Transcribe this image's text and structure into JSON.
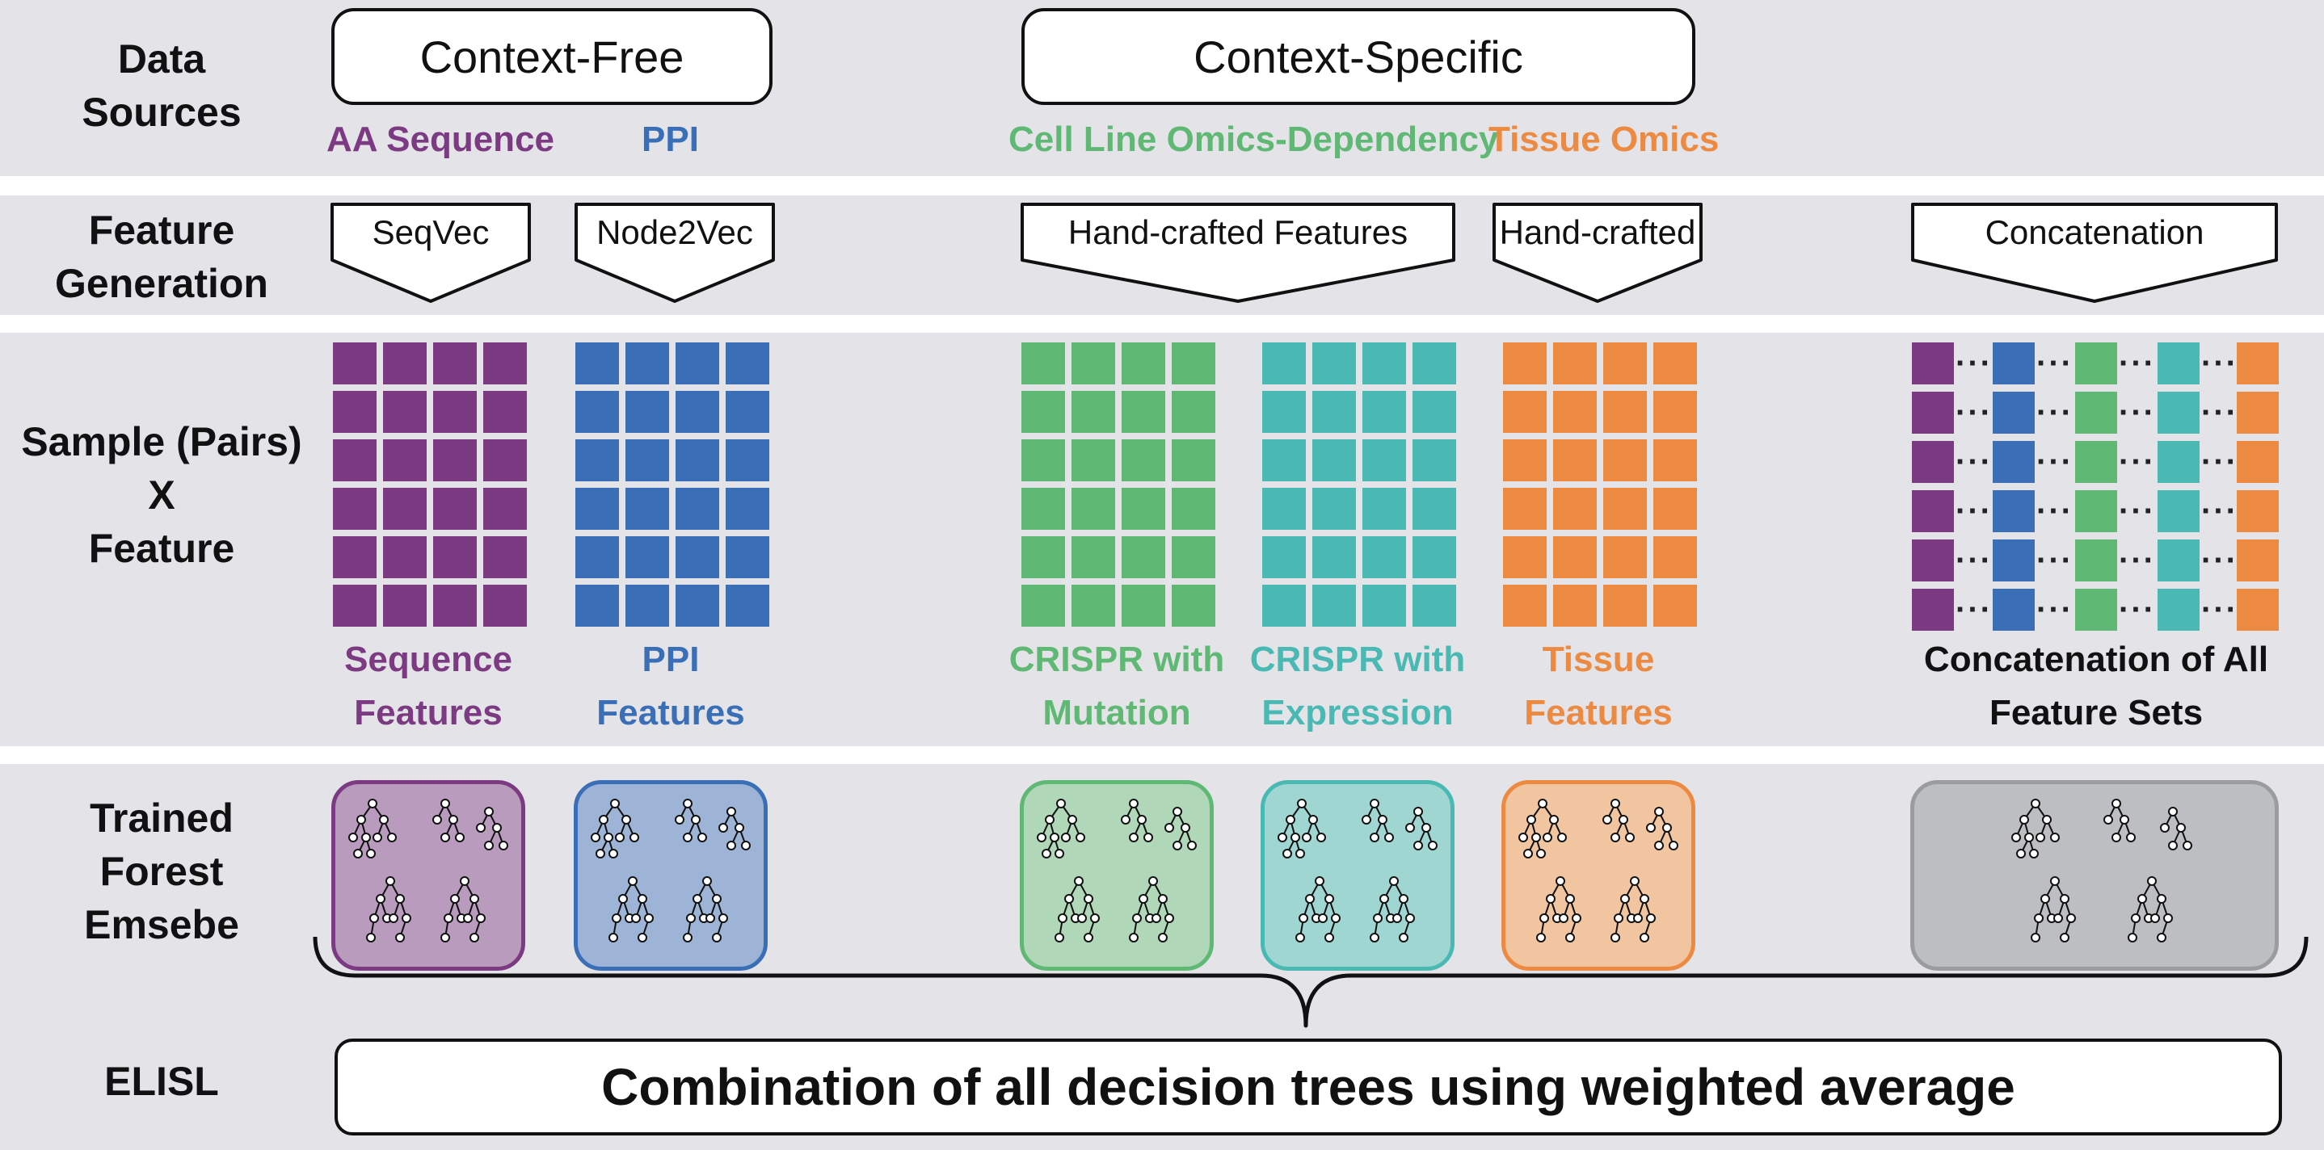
{
  "rows": {
    "data_sources": [
      "Data",
      "Sources"
    ],
    "feature_generation": [
      "Feature",
      "Generation"
    ],
    "sample_feature": [
      "Sample (Pairs)",
      "X",
      "Feature"
    ],
    "trained_forest": [
      "Trained",
      "Forest",
      "Emsebe"
    ],
    "elisl": [
      "ELISL"
    ]
  },
  "sources": {
    "context_free": "Context-Free",
    "context_specific": "Context-Specific",
    "labels": {
      "aa_sequence": "AA Sequence",
      "ppi": "PPI",
      "cell_line": "Cell Line Omics-Dependency",
      "tissue": "Tissue Omics"
    }
  },
  "generators": {
    "seqvec": "SeqVec",
    "node2vec": "Node2Vec",
    "handcrafted_features": "Hand-crafted Features",
    "handcrafted": "Hand-crafted",
    "concatenation": "Concatenation"
  },
  "feature_sets": {
    "sequence": [
      "Sequence",
      "Features"
    ],
    "ppi": [
      "PPI",
      "Features"
    ],
    "crispr_mutation": [
      "CRISPR with",
      "Mutation"
    ],
    "crispr_expression": [
      "CRISPR with",
      "Expression"
    ],
    "tissue": [
      "Tissue",
      "Features"
    ],
    "all": [
      "Concatenation of All",
      "Feature Sets"
    ]
  },
  "elisl_text": "Combination of all decision trees using weighted average",
  "colors": {
    "purple": "#7b3a82",
    "blue": "#3a6fb8",
    "green": "#5fb873",
    "teal": "#4ab9b4",
    "orange": "#ec8a42",
    "gray": "#a4a6ab",
    "band": "#e4e4e8"
  }
}
